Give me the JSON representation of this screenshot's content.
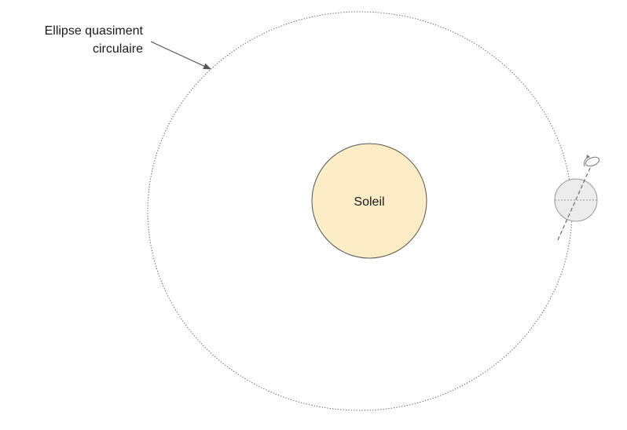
{
  "diagram": {
    "annotation": {
      "line1": "Ellipse quasiment",
      "line2": "circulaire"
    },
    "sun": {
      "label": "Soleil",
      "fill": "#fcedc7",
      "stroke": "#555555"
    },
    "planet": {
      "fill": "#ececec",
      "stroke": "#999999"
    },
    "orbit": {
      "style": "dotted",
      "stroke": "#555555"
    }
  }
}
